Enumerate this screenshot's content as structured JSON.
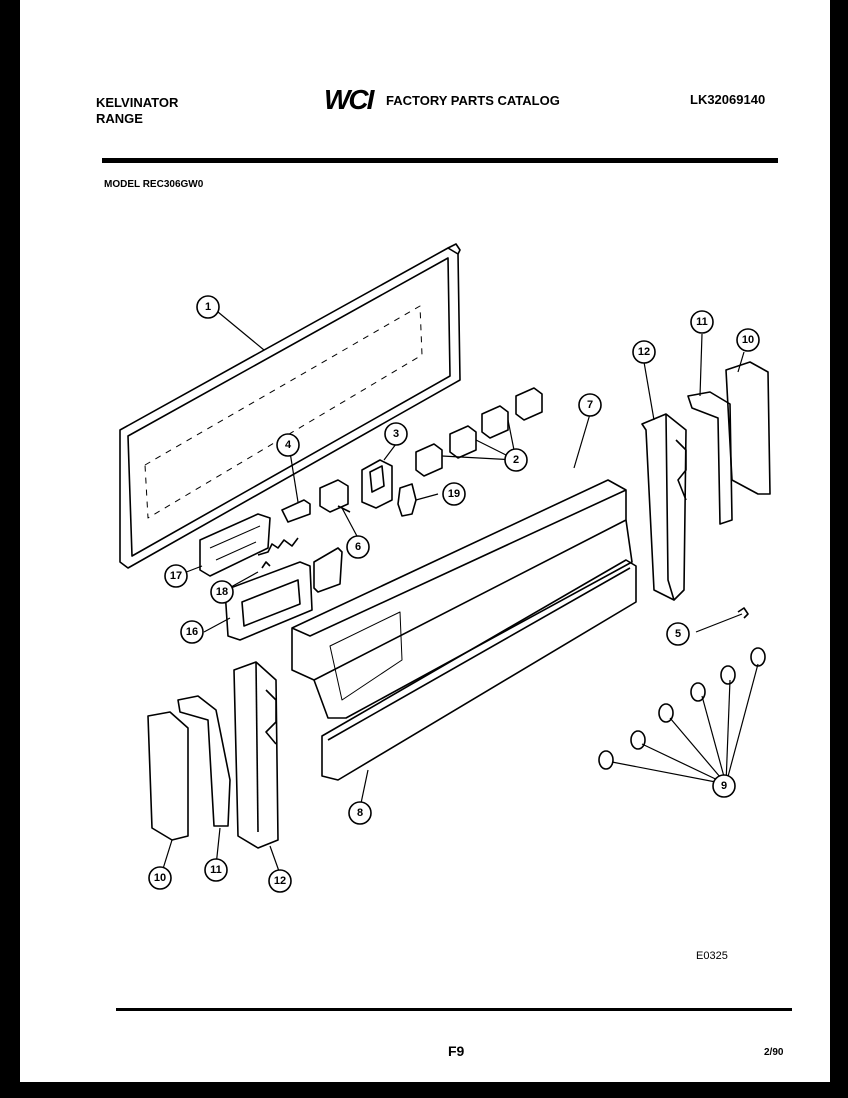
{
  "header": {
    "brand_line1": "KELVINATOR",
    "brand_line2": "RANGE",
    "logo_text": "WCI",
    "catalog_title": "FACTORY PARTS CATALOG",
    "catalog_code": "LK32069140",
    "model_label": "MODEL REC306GW0"
  },
  "footer": {
    "diagram_code": "E0325",
    "page_number": "F9",
    "date": "2/90"
  },
  "callouts": {
    "c1": "1",
    "c2": "2",
    "c3": "3",
    "c4": "4",
    "c5": "5",
    "c6": "6",
    "c7": "7",
    "c8": "8",
    "c9": "9",
    "c10a": "10",
    "c10b": "10",
    "c11a": "11",
    "c11b": "11",
    "c12a": "12",
    "c12b": "12",
    "c16": "16",
    "c17": "17",
    "c18": "18",
    "c19": "19"
  }
}
